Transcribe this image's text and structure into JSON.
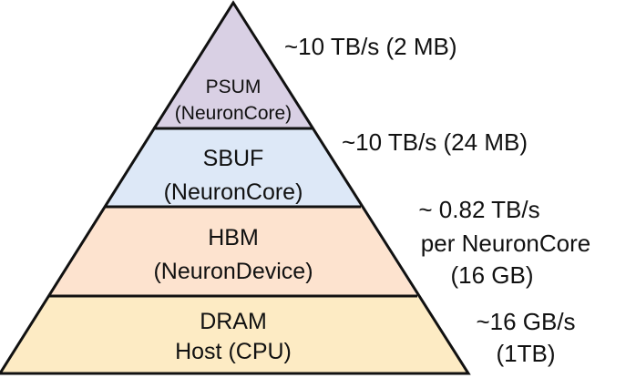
{
  "colors": {
    "psum": "#d9d0e4",
    "sbuf": "#dde8f7",
    "hbm": "#fde3cf",
    "dram": "#fdebc4",
    "outline": "#111111"
  },
  "tiers": [
    {
      "line1": "PSUM",
      "line2": "(NeuronCore)"
    },
    {
      "line1": "SBUF",
      "line2": "(NeuronCore)"
    },
    {
      "line1": "HBM",
      "line2": "(NeuronDevice)"
    },
    {
      "line1": "DRAM",
      "line2": "Host (CPU)"
    }
  ],
  "annotations": [
    {
      "lines": [
        "~10 TB/s (2 MB)"
      ]
    },
    {
      "lines": [
        "~10 TB/s (24 MB)"
      ]
    },
    {
      "lines": [
        "~ 0.82 TB/s",
        "per NeuronCore",
        "(16 GB)"
      ]
    },
    {
      "lines": [
        "~16 GB/s",
        "(1TB)"
      ]
    }
  ]
}
